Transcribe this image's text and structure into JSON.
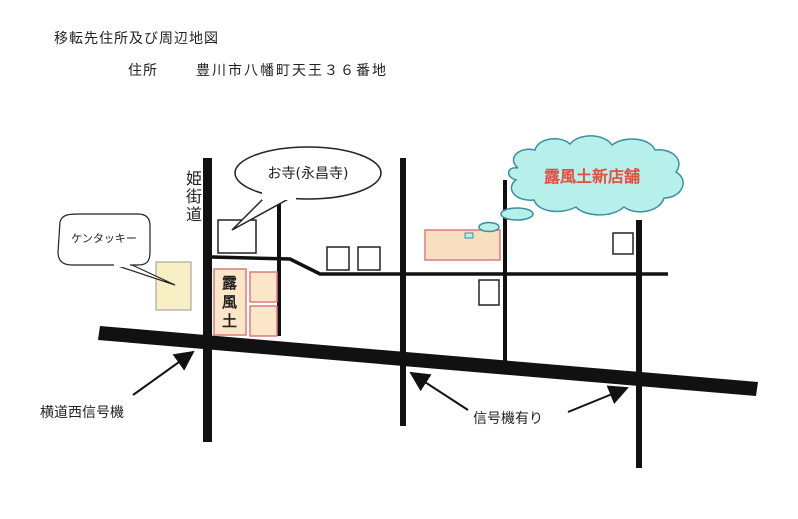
{
  "header": {
    "title": "移転先住所及び周辺地図",
    "address_label": "住所",
    "address_value": "豊川市八幡町天王３６番地"
  },
  "map": {
    "road_name": "姫街道",
    "bubble_temple": "お寺(永昌寺)",
    "bubble_kfc": "ケンタッキー",
    "old_store": "露風土",
    "new_store": "露風土新店舗",
    "signal_west": "横道西信号機",
    "signal_here": "信号機有り"
  },
  "colors": {
    "new_store_text": "#e74c3c",
    "cloud_fill": "#b7f0ea",
    "cloud_stroke": "#3a8fa0",
    "store_fill": "#f8dfc0",
    "store_stroke": "#e07a7a",
    "kfc_fill": "#f8f0c4"
  }
}
